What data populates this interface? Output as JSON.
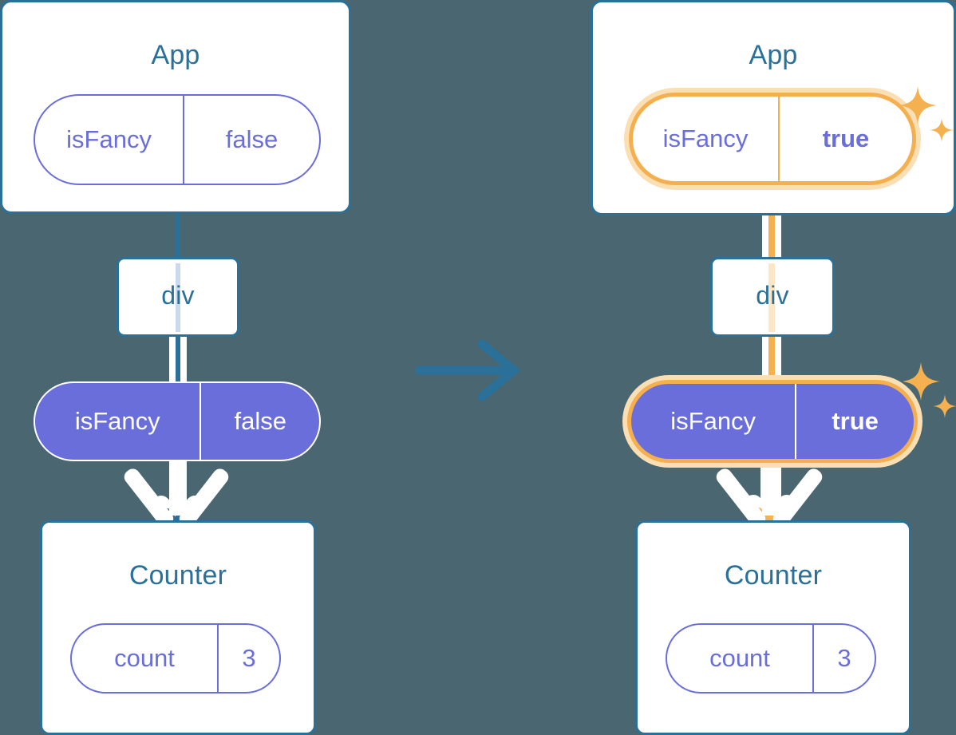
{
  "meta": {
    "background_color": "#4a6670",
    "brand_blue": "#2a7098",
    "purple": "#6a6edb",
    "highlight_orange": "#f5af4e",
    "highlight_orange_soft": "#fbdfb4",
    "white": "#ffffff"
  },
  "transition_arrow": {
    "icon": "arrow-right-icon",
    "color": "#2a7098"
  },
  "before": {
    "app": {
      "title": "App",
      "state_pill": {
        "key": "isFancy",
        "value": "false",
        "highlighted": false,
        "style": "outline"
      }
    },
    "div": {
      "title": "div"
    },
    "prop_pill": {
      "key": "isFancy",
      "value": "false",
      "highlighted": false,
      "style": "filled"
    },
    "counter": {
      "title": "Counter",
      "state_pill": {
        "key": "count",
        "value": "3",
        "highlighted": false,
        "style": "outline"
      }
    },
    "connector_color": "#2a7098",
    "sparkles": []
  },
  "after": {
    "app": {
      "title": "App",
      "state_pill": {
        "key": "isFancy",
        "value": "true",
        "highlighted": true,
        "style": "outline"
      }
    },
    "div": {
      "title": "div"
    },
    "prop_pill": {
      "key": "isFancy",
      "value": "true",
      "highlighted": true,
      "style": "filled"
    },
    "counter": {
      "title": "Counter",
      "state_pill": {
        "key": "count",
        "value": "3",
        "highlighted": false,
        "style": "outline"
      }
    },
    "connector_color": "#f5b14f",
    "sparkles": [
      {
        "name": "sparkle-large-icon",
        "color": "#f5b14f"
      },
      {
        "name": "sparkle-small-icon",
        "color": "#f5b14f"
      }
    ]
  }
}
